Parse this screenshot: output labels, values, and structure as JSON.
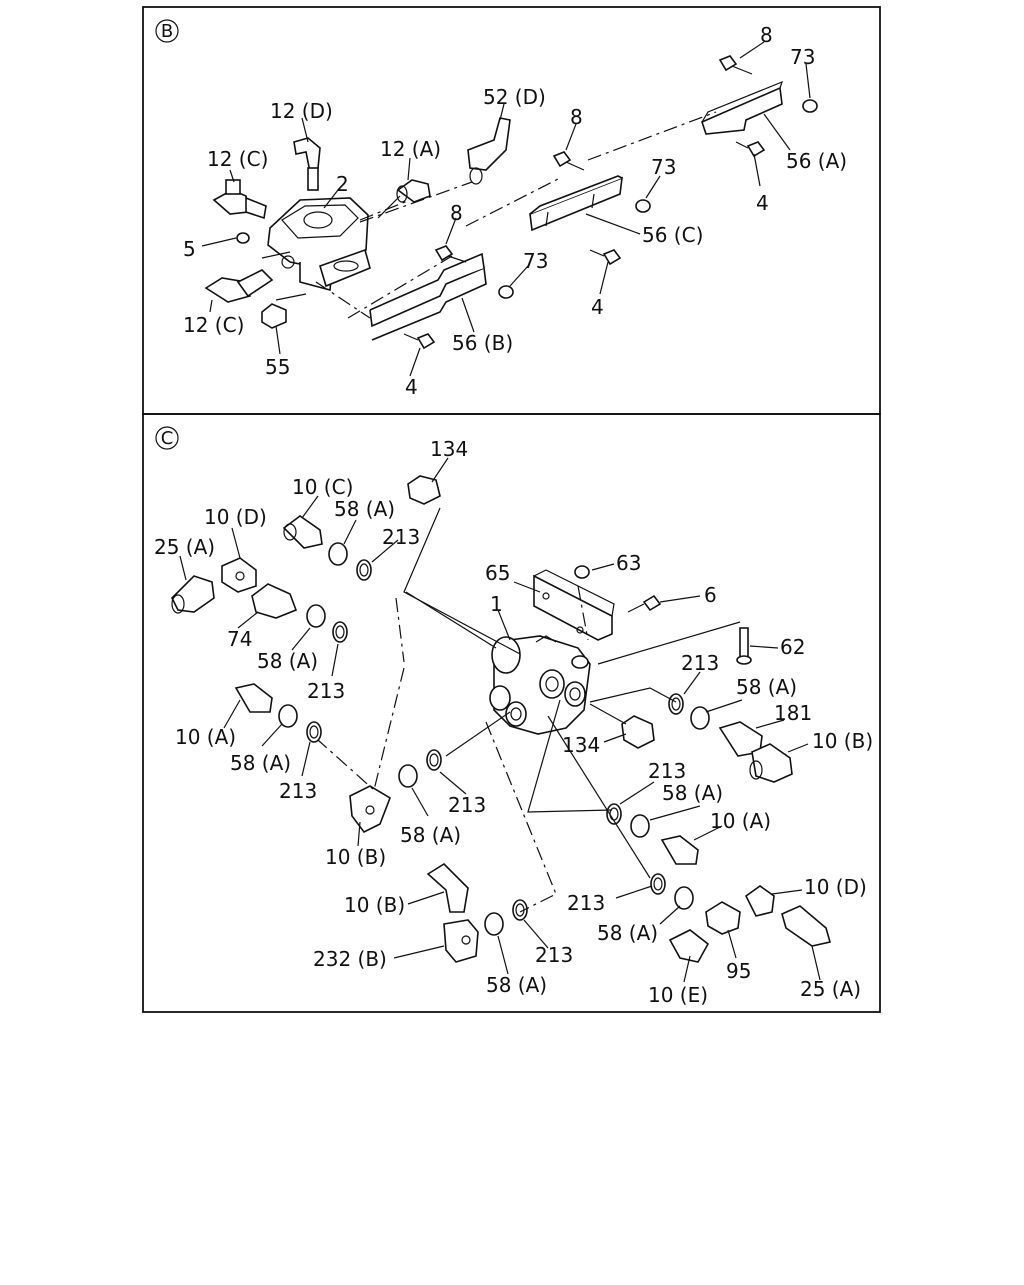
{
  "sections": {
    "b": {
      "mark": "B"
    },
    "c": {
      "mark": "C"
    }
  },
  "labels_b": {
    "l12d": "12 (D)",
    "l52d": "52 (D)",
    "l8a": "8",
    "l73a": "73",
    "l12c_top": "12 (C)",
    "l12a": "12 (A)",
    "l2": "2",
    "l8b": "8",
    "l73b": "73",
    "l56a": "56 (A)",
    "l4a": "4",
    "l5": "5",
    "l8c": "8",
    "l56c": "56 (C)",
    "l73c": "73",
    "l4b": "4",
    "l12c_bot": "12 (C)",
    "l56b": "56 (B)",
    "l55": "55",
    "l4c": "4"
  },
  "labels_c": {
    "l134_top": "134",
    "l10c": "10 (C)",
    "l10d_left": "10 (D)",
    "l58a_1": "58 (A)",
    "l213_1": "213",
    "l25a_left": "25 (A)",
    "l65": "65",
    "l63": "63",
    "l6": "6",
    "l1": "1",
    "l74": "74",
    "l58a_2": "58 (A)",
    "l213_2": "213",
    "l62": "62",
    "l213_3": "213",
    "l58a_3": "58 (A)",
    "l181": "181",
    "l10a_left": "10 (A)",
    "l134_mid": "134",
    "l10b_right": "10 (B)",
    "l58a_4": "58 (A)",
    "l213_4": "213",
    "l213_5": "213",
    "l58a_5": "58 (A)",
    "l10a_right": "10 (A)",
    "l58a_6": "58 (A)",
    "l10b_left": "10 (B)",
    "l10d_right": "10 (D)",
    "l213_6": "213",
    "l10b_mid": "10 (B)",
    "l58a_7": "58 (A)",
    "l95": "95",
    "l213_7": "213",
    "l232b": "232 (B)",
    "l58a_8": "58 (A)",
    "l10e": "10 (E)",
    "l25a_right": "25 (A)"
  }
}
